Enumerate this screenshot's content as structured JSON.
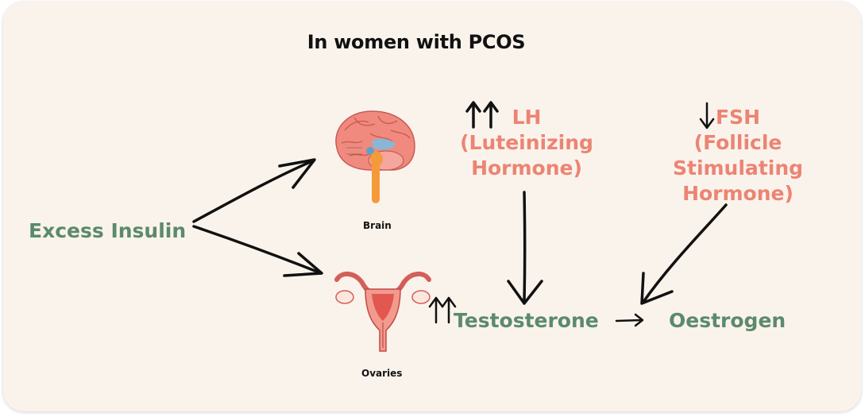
{
  "title": "In women with PCOS",
  "nodes": {
    "excess_insulin": "Excess Insulin",
    "brain": "Brain",
    "ovaries": "Ovaries",
    "testosterone": "Testosterone",
    "oestrogen": "Oestrogen",
    "lh_lines": [
      "LH",
      "(Luteinizing",
      "Hormone)"
    ],
    "fsh_lines": [
      "FSH",
      "(Follicle",
      "Stimulating",
      "Hormone)"
    ],
    "lh_indicator": "↑↑",
    "fsh_indicator": "↓",
    "testosterone_indicator": "↑↑",
    "testosterone_to_oestrogen": "→"
  },
  "colors": {
    "card_background": "#faf3ec",
    "green_text": "#5b8a6c",
    "pink_text": "#ec8473",
    "arrow": "#111111"
  },
  "icons": [
    "brain-illustration",
    "uterus-ovaries-illustration"
  ]
}
